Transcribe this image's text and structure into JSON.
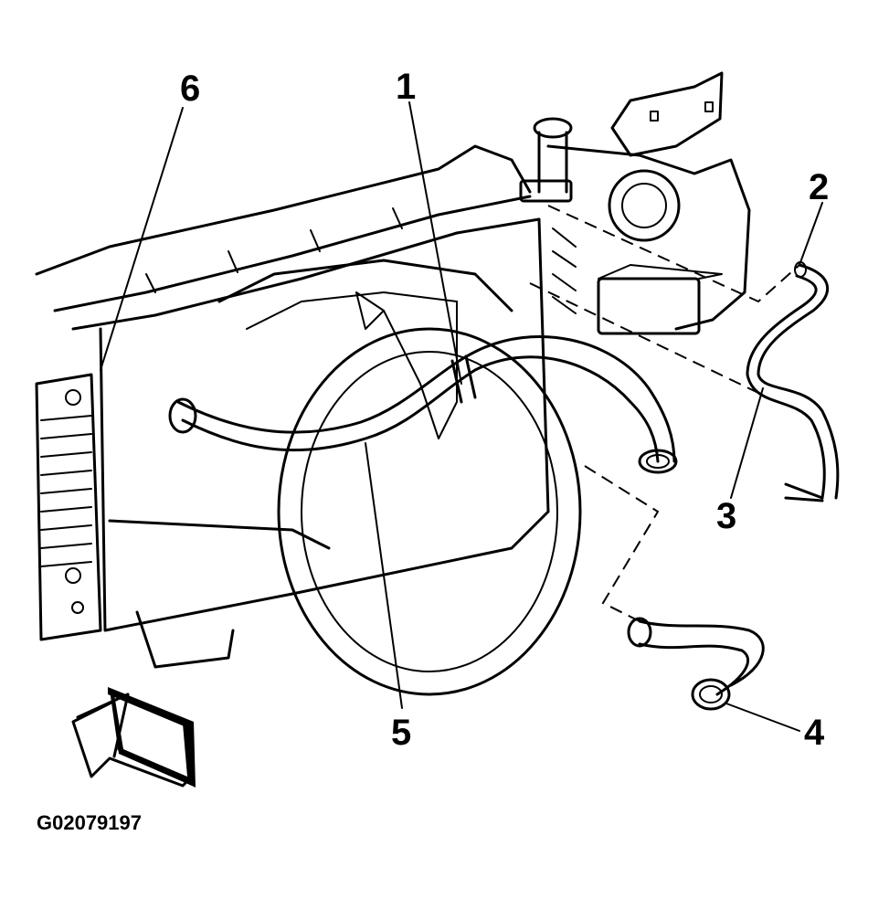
{
  "callouts": {
    "c1": "1",
    "c2": "2",
    "c3": "3",
    "c4": "4",
    "c5": "5",
    "c6": "6"
  },
  "figure_id": "G02079197"
}
